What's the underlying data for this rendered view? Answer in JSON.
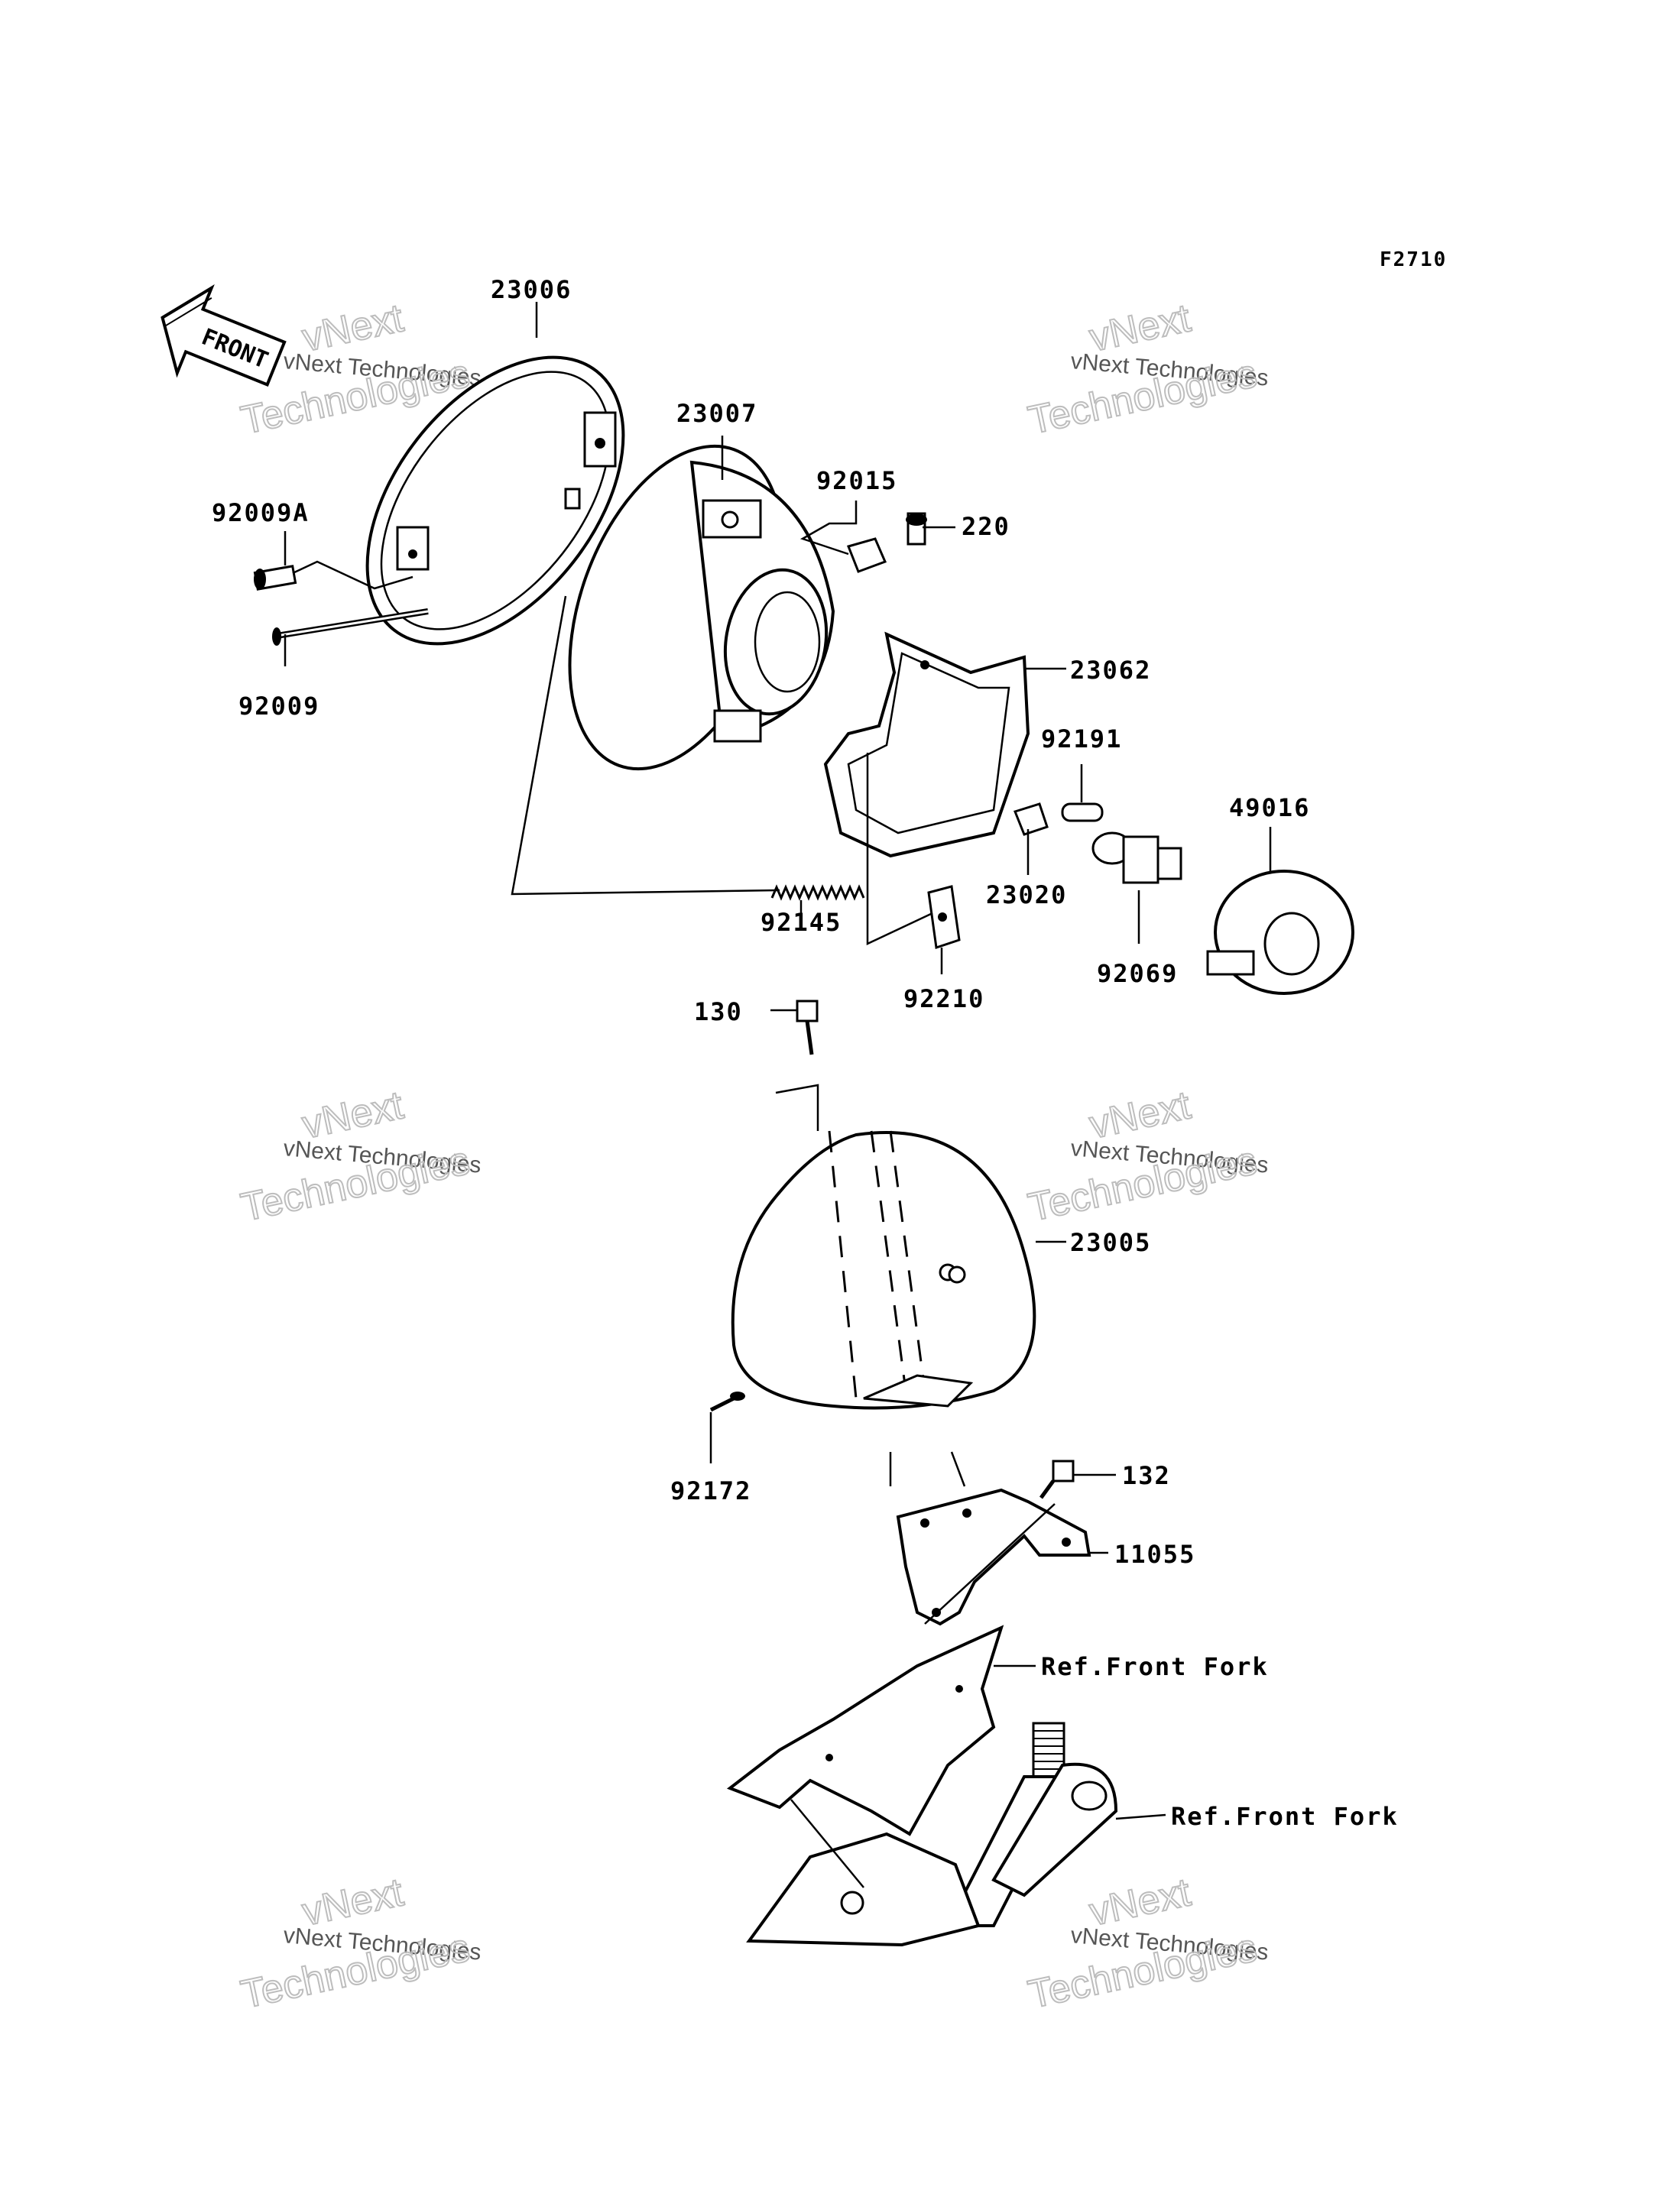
{
  "diagram": {
    "code": "F2710",
    "front_label": "FRONT",
    "parts": [
      {
        "id": "p23006",
        "label": "23006"
      },
      {
        "id": "p23007",
        "label": "23007"
      },
      {
        "id": "p92015",
        "label": "92015"
      },
      {
        "id": "p220",
        "label": "220"
      },
      {
        "id": "p92009A",
        "label": "92009A"
      },
      {
        "id": "p92009",
        "label": "92009"
      },
      {
        "id": "p23062",
        "label": "23062"
      },
      {
        "id": "p92191",
        "label": "92191"
      },
      {
        "id": "p49016",
        "label": "49016"
      },
      {
        "id": "p23020",
        "label": "23020"
      },
      {
        "id": "p92145",
        "label": "92145"
      },
      {
        "id": "p92069",
        "label": "92069"
      },
      {
        "id": "p92210",
        "label": "92210"
      },
      {
        "id": "p130",
        "label": "130"
      },
      {
        "id": "p23005",
        "label": "23005"
      },
      {
        "id": "p132",
        "label": "132"
      },
      {
        "id": "p92172",
        "label": "92172"
      },
      {
        "id": "p11055",
        "label": "11055"
      },
      {
        "id": "pref1",
        "label": "Ref.Front Fork"
      },
      {
        "id": "pref2",
        "label": "Ref.Front Fork"
      }
    ]
  },
  "watermark": {
    "line1": "vNext",
    "line2": "vNext Technologies",
    "line3": "Technologies"
  }
}
